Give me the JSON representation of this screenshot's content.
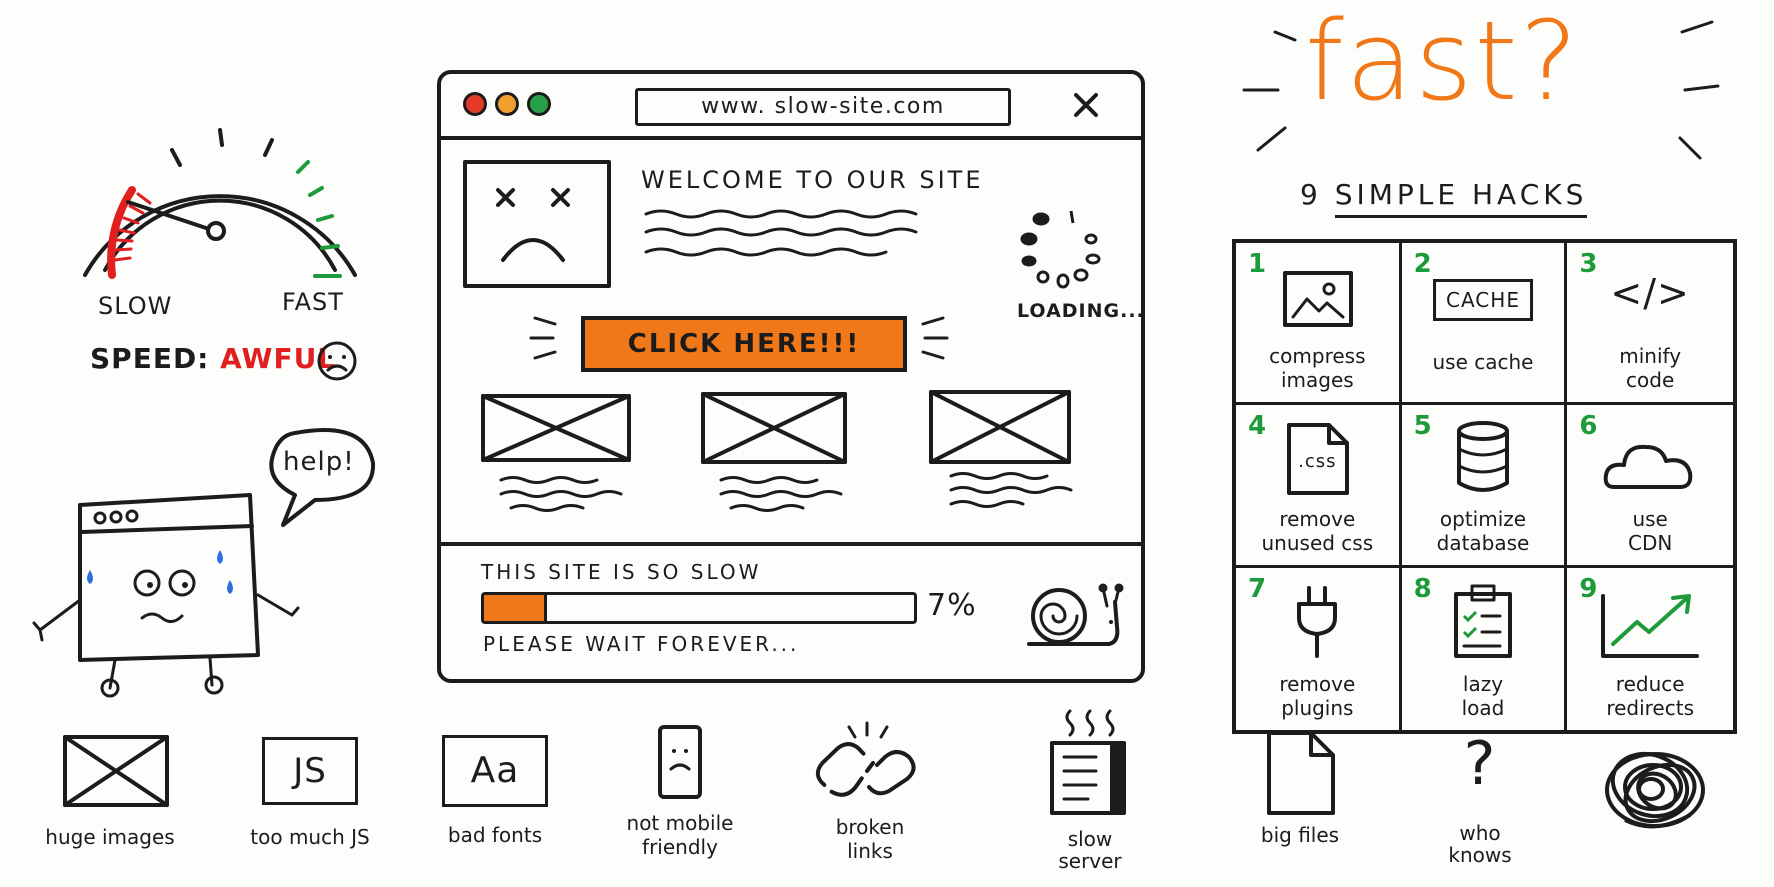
{
  "gauge": {
    "slow_label": "SLOW",
    "fast_label": "FAST",
    "speed_label": "SPEED:",
    "speed_value": "AWFUL",
    "red_color": "#e02020",
    "green_color": "#1d9a3a"
  },
  "mascot": {
    "bubble_text": "help!"
  },
  "browser": {
    "url": "www. slow-site.com",
    "welcome": "WELCOME TO OUR SITE",
    "cta_label": "CLICK HERE!!!",
    "loading_label": "LOADING...",
    "status_text": "THIS SITE IS SO SLOW",
    "progress": 0.07,
    "progress_label": "7%",
    "wait_text": "PLEASE WAIT FOREVER...",
    "accent_color": "#f07818"
  },
  "hacks": {
    "title": "fast?",
    "count_label": "9",
    "subtitle": "SIMPLE HACKS",
    "items": [
      {
        "num": "1",
        "label_1": "compress",
        "label_2": "images",
        "icon": "image-icon"
      },
      {
        "num": "2",
        "label_1": "use cache",
        "label_2": "",
        "icon": "cache-icon",
        "icon_text": "CACHE"
      },
      {
        "num": "3",
        "label_1": "minify",
        "label_2": "code",
        "icon": "code-icon",
        "icon_text": "</>"
      },
      {
        "num": "4",
        "label_1": "remove",
        "label_2": "unused css",
        "icon": "css-file-icon",
        "icon_text": ".css"
      },
      {
        "num": "5",
        "label_1": "optimize",
        "label_2": "database",
        "icon": "database-icon"
      },
      {
        "num": "6",
        "label_1": "use",
        "label_2": "CDN",
        "icon": "cloud-icon"
      },
      {
        "num": "7",
        "label_1": "remove",
        "label_2": "plugins",
        "icon": "plug-icon"
      },
      {
        "num": "8",
        "label_1": "lazy",
        "label_2": "load",
        "icon": "clipboard-checklist-icon"
      },
      {
        "num": "9",
        "label_1": "reduce",
        "label_2": "redirects",
        "icon": "trend-up-icon"
      }
    ]
  },
  "problems": [
    {
      "label_1": "huge images",
      "label_2": "",
      "icon": "broken-image-icon"
    },
    {
      "label_1": "too much JS",
      "label_2": "",
      "icon": "js-icon",
      "icon_text": "JS"
    },
    {
      "label_1": "bad fonts",
      "label_2": "",
      "icon": "font-icon",
      "icon_text": "Aa"
    },
    {
      "label_1": "not mobile",
      "label_2": "friendly",
      "icon": "sad-phone-icon"
    },
    {
      "label_1": "broken",
      "label_2": "links",
      "icon": "broken-link-icon"
    },
    {
      "label_1": "slow",
      "label_2": "server",
      "icon": "hot-server-icon"
    },
    {
      "label_1": "big files",
      "label_2": "",
      "icon": "file-icon"
    },
    {
      "label_1": "who",
      "label_2": "knows",
      "icon": "question-mark-icon",
      "icon_text": "?"
    },
    {
      "label_1": "",
      "label_2": "",
      "icon": "scribble-icon"
    }
  ]
}
